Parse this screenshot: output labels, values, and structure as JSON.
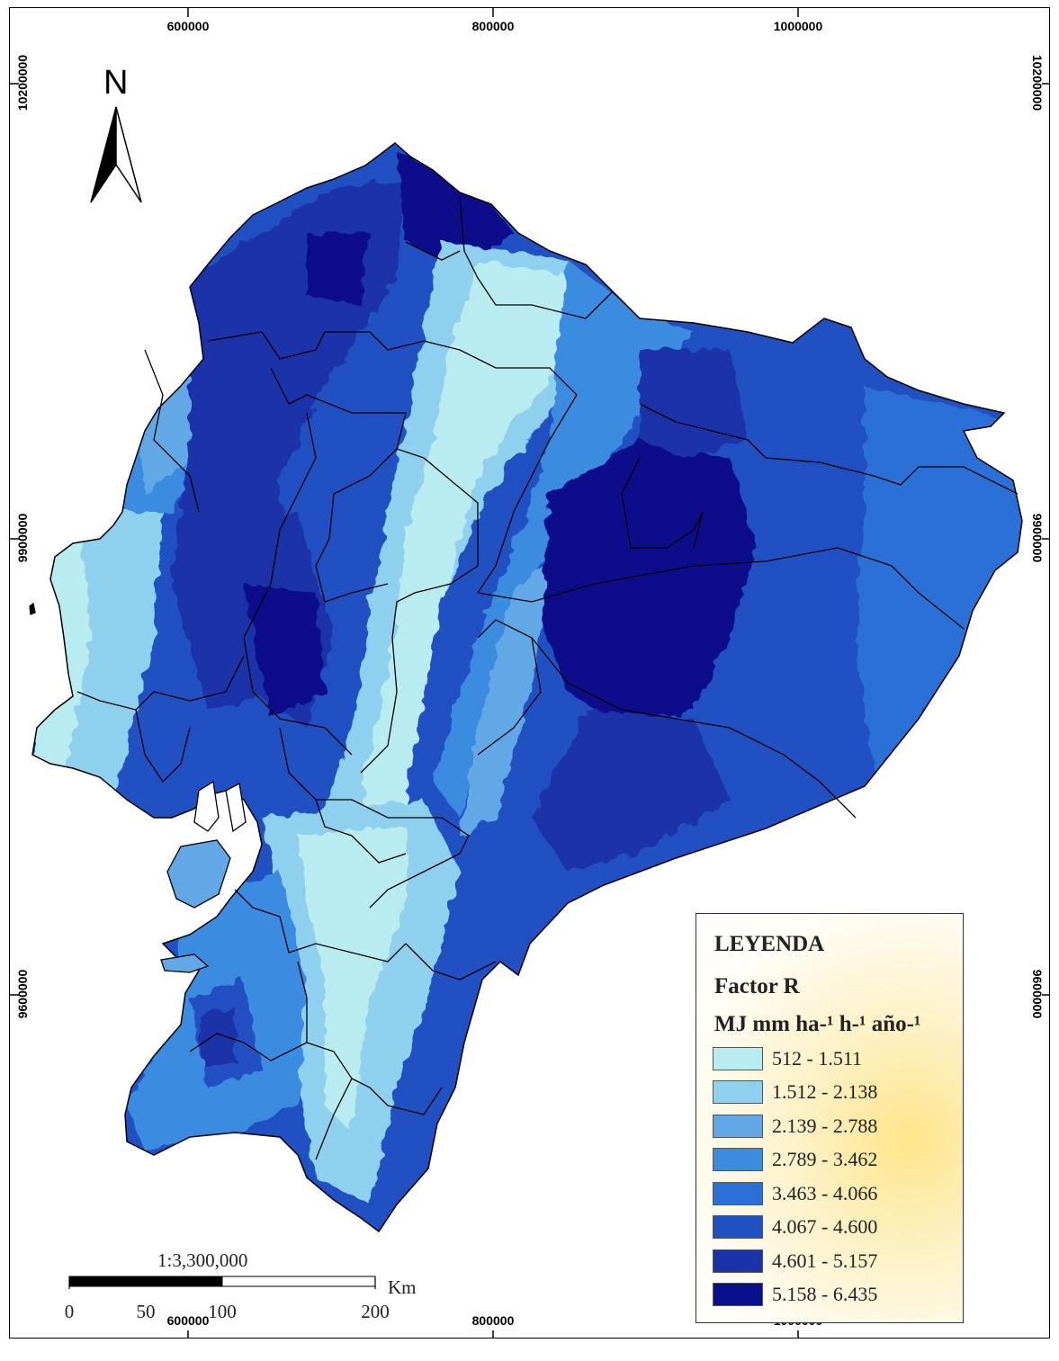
{
  "coordinates": {
    "top": [
      "600000",
      "800000",
      "1000000"
    ],
    "bottom": [
      "600000",
      "800000",
      "1000000"
    ],
    "left": [
      "10200000",
      "9900000",
      "9600000"
    ],
    "right": [
      "10200000",
      "9900000",
      "9600000"
    ]
  },
  "north": {
    "label": "N"
  },
  "legend": {
    "title": "LEYENDA",
    "variable": "Factor R",
    "units": "MJ mm ha-¹ h-¹ año-¹",
    "classes": [
      {
        "label": "512  - 1.511",
        "color": "#b9ecf0"
      },
      {
        "label": "1.512 - 2.138",
        "color": "#8ed0ee"
      },
      {
        "label": "2.139 - 2.788",
        "color": "#63a8e6"
      },
      {
        "label": "2.789 - 3.462",
        "color": "#3b8be0"
      },
      {
        "label": "3.463 - 4.066",
        "color": "#2a70d6"
      },
      {
        "label": "4.067 - 4.600",
        "color": "#2050c2"
      },
      {
        "label": "4.601 - 5.157",
        "color": "#1a33a8"
      },
      {
        "label": "5.158 - 6.435",
        "color": "#08108c"
      }
    ]
  },
  "scale": {
    "ratio": "1:3,300,000",
    "unit": "Km",
    "ticks": [
      "0",
      "50",
      "100",
      "200"
    ]
  }
}
